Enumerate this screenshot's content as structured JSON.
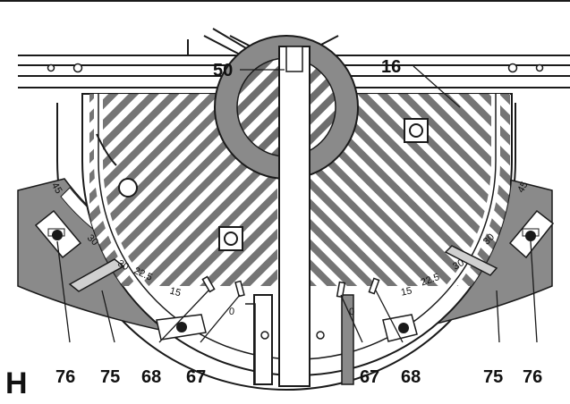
{
  "figure": {
    "letter": "H",
    "colors": {
      "line": "#1a1a1a",
      "scale_gray": "#8a8a8a",
      "dark_gray": "#6e6e6e",
      "light_gray": "#bdbdbd",
      "background": "#ffffff"
    },
    "callouts": {
      "fence": "50",
      "table_insert": "16",
      "clamp_screw_left": "76",
      "scale_left": "75",
      "pointer_left_a": "68",
      "pointer_left_b": "67",
      "pointer_right_b": "67",
      "pointer_right_a": "68",
      "scale_right": "75",
      "clamp_screw_right": "76"
    },
    "scale_left_labels": [
      "45",
      "30",
      "30",
      "22.5",
      "15",
      "0"
    ],
    "scale_right_labels": [
      "45",
      "30",
      "30",
      "22.5",
      "15",
      "0"
    ]
  }
}
